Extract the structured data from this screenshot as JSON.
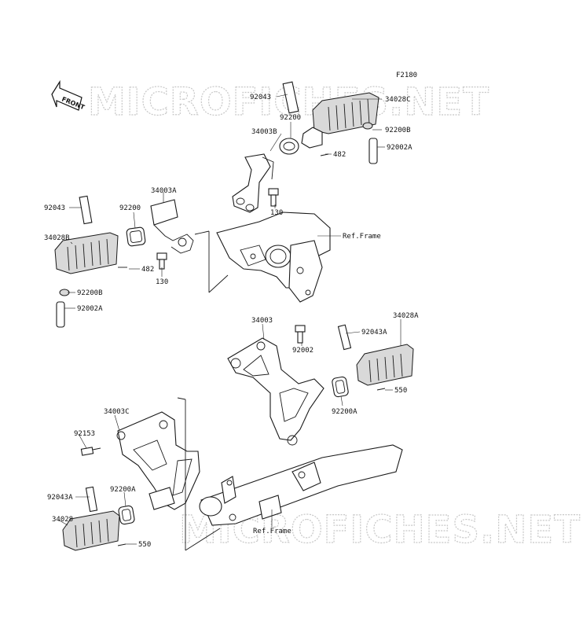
{
  "figure_code": "F2180",
  "front_arrow_label": "FRONT",
  "watermarks": [
    "MICROFICHES.NET",
    "MICROFICHES.NET"
  ],
  "callouts": [
    {
      "id": "c1",
      "text": "92043"
    },
    {
      "id": "c2",
      "text": "34028C"
    },
    {
      "id": "c3",
      "text": "92200"
    },
    {
      "id": "c4",
      "text": "34003B"
    },
    {
      "id": "c5",
      "text": "92200B"
    },
    {
      "id": "c6",
      "text": "92002A"
    },
    {
      "id": "c7",
      "text": "482"
    },
    {
      "id": "c8",
      "text": "130"
    },
    {
      "id": "c9",
      "text": "34003A"
    },
    {
      "id": "c10",
      "text": "92043"
    },
    {
      "id": "c11",
      "text": "92200"
    },
    {
      "id": "c12",
      "text": "34028B"
    },
    {
      "id": "c13",
      "text": "482"
    },
    {
      "id": "c14",
      "text": "130"
    },
    {
      "id": "c15",
      "text": "92200B"
    },
    {
      "id": "c16",
      "text": "92002A"
    },
    {
      "id": "c17",
      "text": "Ref.Frame"
    },
    {
      "id": "c18",
      "text": "34003"
    },
    {
      "id": "c19",
      "text": "92002"
    },
    {
      "id": "c20",
      "text": "92043A"
    },
    {
      "id": "c21",
      "text": "34028A"
    },
    {
      "id": "c22",
      "text": "550"
    },
    {
      "id": "c23",
      "text": "92200A"
    },
    {
      "id": "c24",
      "text": "34003C"
    },
    {
      "id": "c25",
      "text": "92153"
    },
    {
      "id": "c26",
      "text": "92200A"
    },
    {
      "id": "c27",
      "text": "92043A"
    },
    {
      "id": "c28",
      "text": "34028"
    },
    {
      "id": "c29",
      "text": "550"
    },
    {
      "id": "c30",
      "text": "Ref.Frame"
    }
  ]
}
